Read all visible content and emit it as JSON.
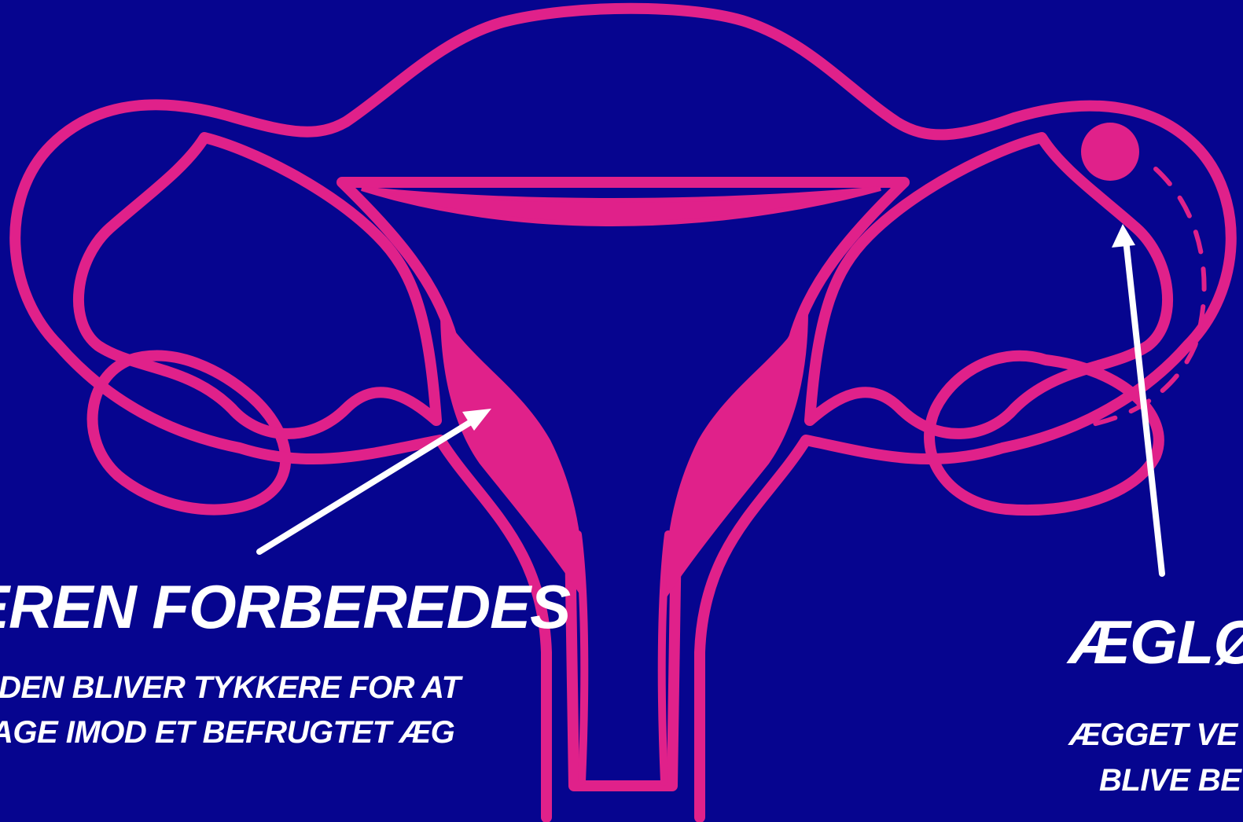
{
  "colors": {
    "background": "#06058f",
    "organ": "#e0218a",
    "text": "#ffffff"
  },
  "labels": {
    "left_title": "EREN FORBEREDES",
    "left_desc_line1": "DEN BLIVER TYKKERE FOR AT",
    "left_desc_line2": "AGE IMOD ET BEFRUGTET ÆG",
    "right_title": "ÆGLØ",
    "right_desc_line1": "ÆGGET VE",
    "right_desc_line2": "BLIVE BE"
  }
}
